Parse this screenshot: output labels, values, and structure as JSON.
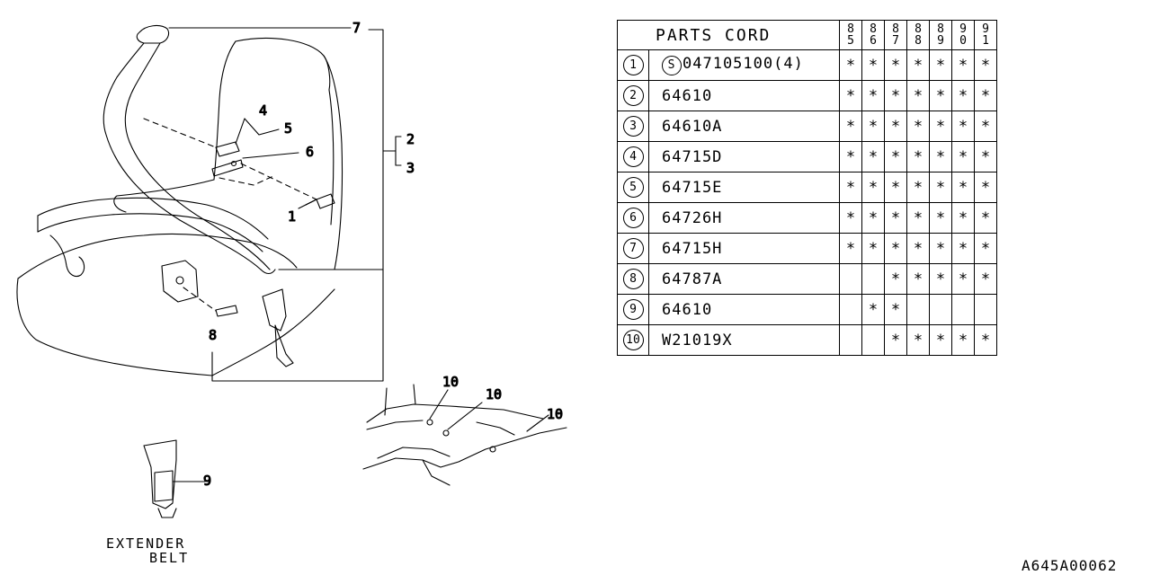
{
  "diagram": {
    "callouts": {
      "c1": "1",
      "c2": "2",
      "c3": "3",
      "c4": "4",
      "c5": "5",
      "c6": "6",
      "c7": "7",
      "c8": "8",
      "c9": "9",
      "c10a": "10",
      "c10b": "10",
      "c10c": "10"
    },
    "caption_line1": "EXTENDER",
    "caption_line2": "BELT"
  },
  "table": {
    "header_title": "PARTS CORD",
    "years": [
      [
        "8",
        "5"
      ],
      [
        "8",
        "6"
      ],
      [
        "8",
        "7"
      ],
      [
        "8",
        "8"
      ],
      [
        "8",
        "9"
      ],
      [
        "9",
        "0"
      ],
      [
        "9",
        "1"
      ]
    ],
    "rows": [
      {
        "num": "1",
        "s_mark": "S",
        "part": "047105100(4)",
        "marks": [
          "*",
          "*",
          "*",
          "*",
          "*",
          "*",
          "*"
        ]
      },
      {
        "num": "2",
        "part": "64610",
        "marks": [
          "*",
          "*",
          "*",
          "*",
          "*",
          "*",
          "*"
        ]
      },
      {
        "num": "3",
        "part": "64610A",
        "marks": [
          "*",
          "*",
          "*",
          "*",
          "*",
          "*",
          "*"
        ]
      },
      {
        "num": "4",
        "part": "64715D",
        "marks": [
          "*",
          "*",
          "*",
          "*",
          "*",
          "*",
          "*"
        ]
      },
      {
        "num": "5",
        "part": "64715E",
        "marks": [
          "*",
          "*",
          "*",
          "*",
          "*",
          "*",
          "*"
        ]
      },
      {
        "num": "6",
        "part": "64726H",
        "marks": [
          "*",
          "*",
          "*",
          "*",
          "*",
          "*",
          "*"
        ]
      },
      {
        "num": "7",
        "part": "64715H",
        "marks": [
          "*",
          "*",
          "*",
          "*",
          "*",
          "*",
          "*"
        ]
      },
      {
        "num": "8",
        "part": "64787A",
        "marks": [
          "",
          "",
          "*",
          "*",
          "*",
          "*",
          "*"
        ]
      },
      {
        "num": "9",
        "part": "64610",
        "marks": [
          "",
          "*",
          "*",
          "",
          "",
          "",
          ""
        ]
      },
      {
        "num": "10",
        "part": "W21019X",
        "marks": [
          "",
          "",
          "*",
          "*",
          "*",
          "*",
          "*"
        ]
      }
    ]
  },
  "reference_code": "A645A00062"
}
